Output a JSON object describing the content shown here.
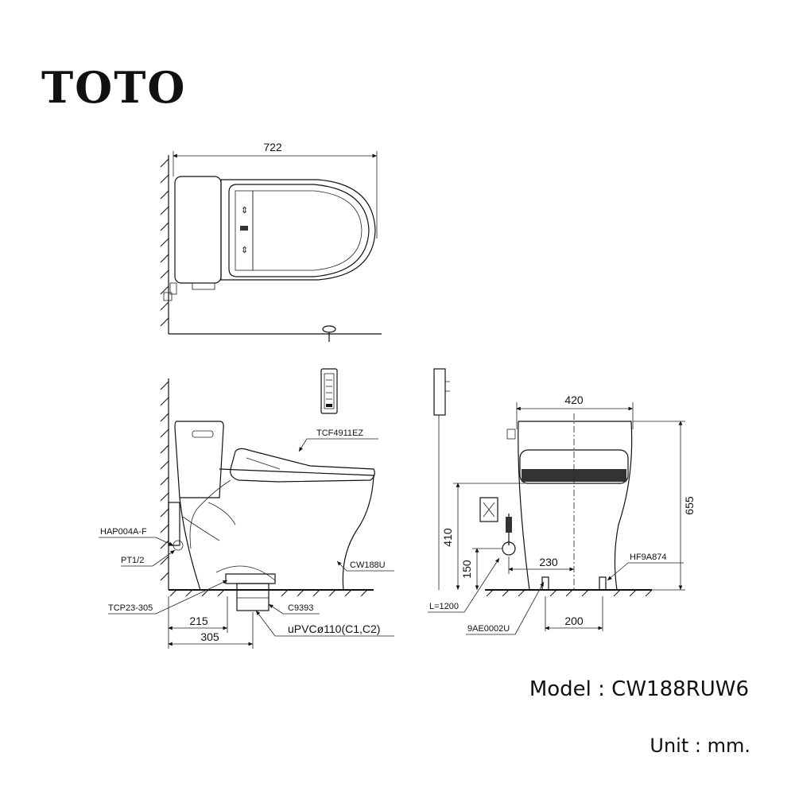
{
  "brand": {
    "logo_text": "TOTO"
  },
  "footer": {
    "model": "Model : CW188RUW6",
    "unit": "Unit : mm."
  },
  "top_view": {
    "dim_length": "722"
  },
  "side_view": {
    "seat_label": "TCF4911EZ",
    "bowl_label": "CW188U",
    "valve_label": "HAP004A-F",
    "thread_label": "PT1/2",
    "flange_label": "TCP23-305",
    "outlet_label": "C9393",
    "pipe_label": "uPVCø110(C1,C2)",
    "dim_215": "215",
    "dim_305": "305"
  },
  "front_view": {
    "dim_width": "420",
    "dim_height": "655",
    "dim_410": "410",
    "dim_150": "150",
    "dim_230": "230",
    "dim_200": "200",
    "fixing_label": "HF9A874",
    "cable_label": "L=1200",
    "hose_label": "9AE0002U"
  }
}
